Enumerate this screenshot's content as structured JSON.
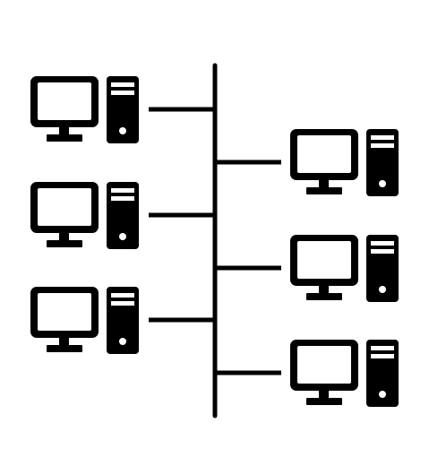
{
  "diagram": {
    "type": "bus-network-topology",
    "colors": {
      "background": "#ffffff",
      "stroke": "#000000"
    },
    "bus": {
      "name": "backbone-bus"
    },
    "left_nodes": [
      {
        "name": "computer-left-1",
        "icon": "desktop-computer-icon"
      },
      {
        "name": "computer-left-2",
        "icon": "desktop-computer-icon"
      },
      {
        "name": "computer-left-3",
        "icon": "desktop-computer-icon"
      }
    ],
    "right_nodes": [
      {
        "name": "computer-right-1",
        "icon": "desktop-computer-icon"
      },
      {
        "name": "computer-right-2",
        "icon": "desktop-computer-icon"
      },
      {
        "name": "computer-right-3",
        "icon": "desktop-computer-icon"
      }
    ]
  }
}
